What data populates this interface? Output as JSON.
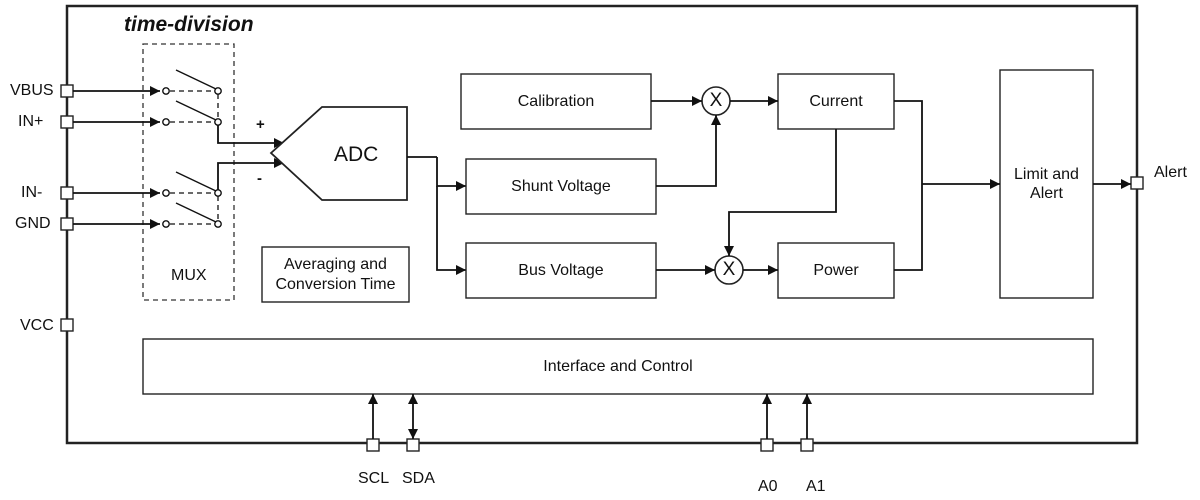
{
  "title": "time-division",
  "mux_label": "MUX",
  "adc_label": "ADC",
  "adc_plus": "+",
  "adc_minus": "-",
  "averaging_label": "Averaging and\nConversion Time",
  "blocks": {
    "calibration": "Calibration",
    "shunt_voltage": "Shunt Voltage",
    "bus_voltage": "Bus Voltage",
    "current": "Current",
    "power": "Power",
    "limit_alert": "Limit and\nAlert",
    "interface_control": "Interface and Control"
  },
  "multiplier_symbol": "X",
  "pins_left": [
    "VBUS",
    "IN+",
    "IN-",
    "GND",
    "VCC"
  ],
  "pin_right": "Alert",
  "pins_bottom": [
    "SCL",
    "SDA",
    "A0",
    "A1"
  ]
}
